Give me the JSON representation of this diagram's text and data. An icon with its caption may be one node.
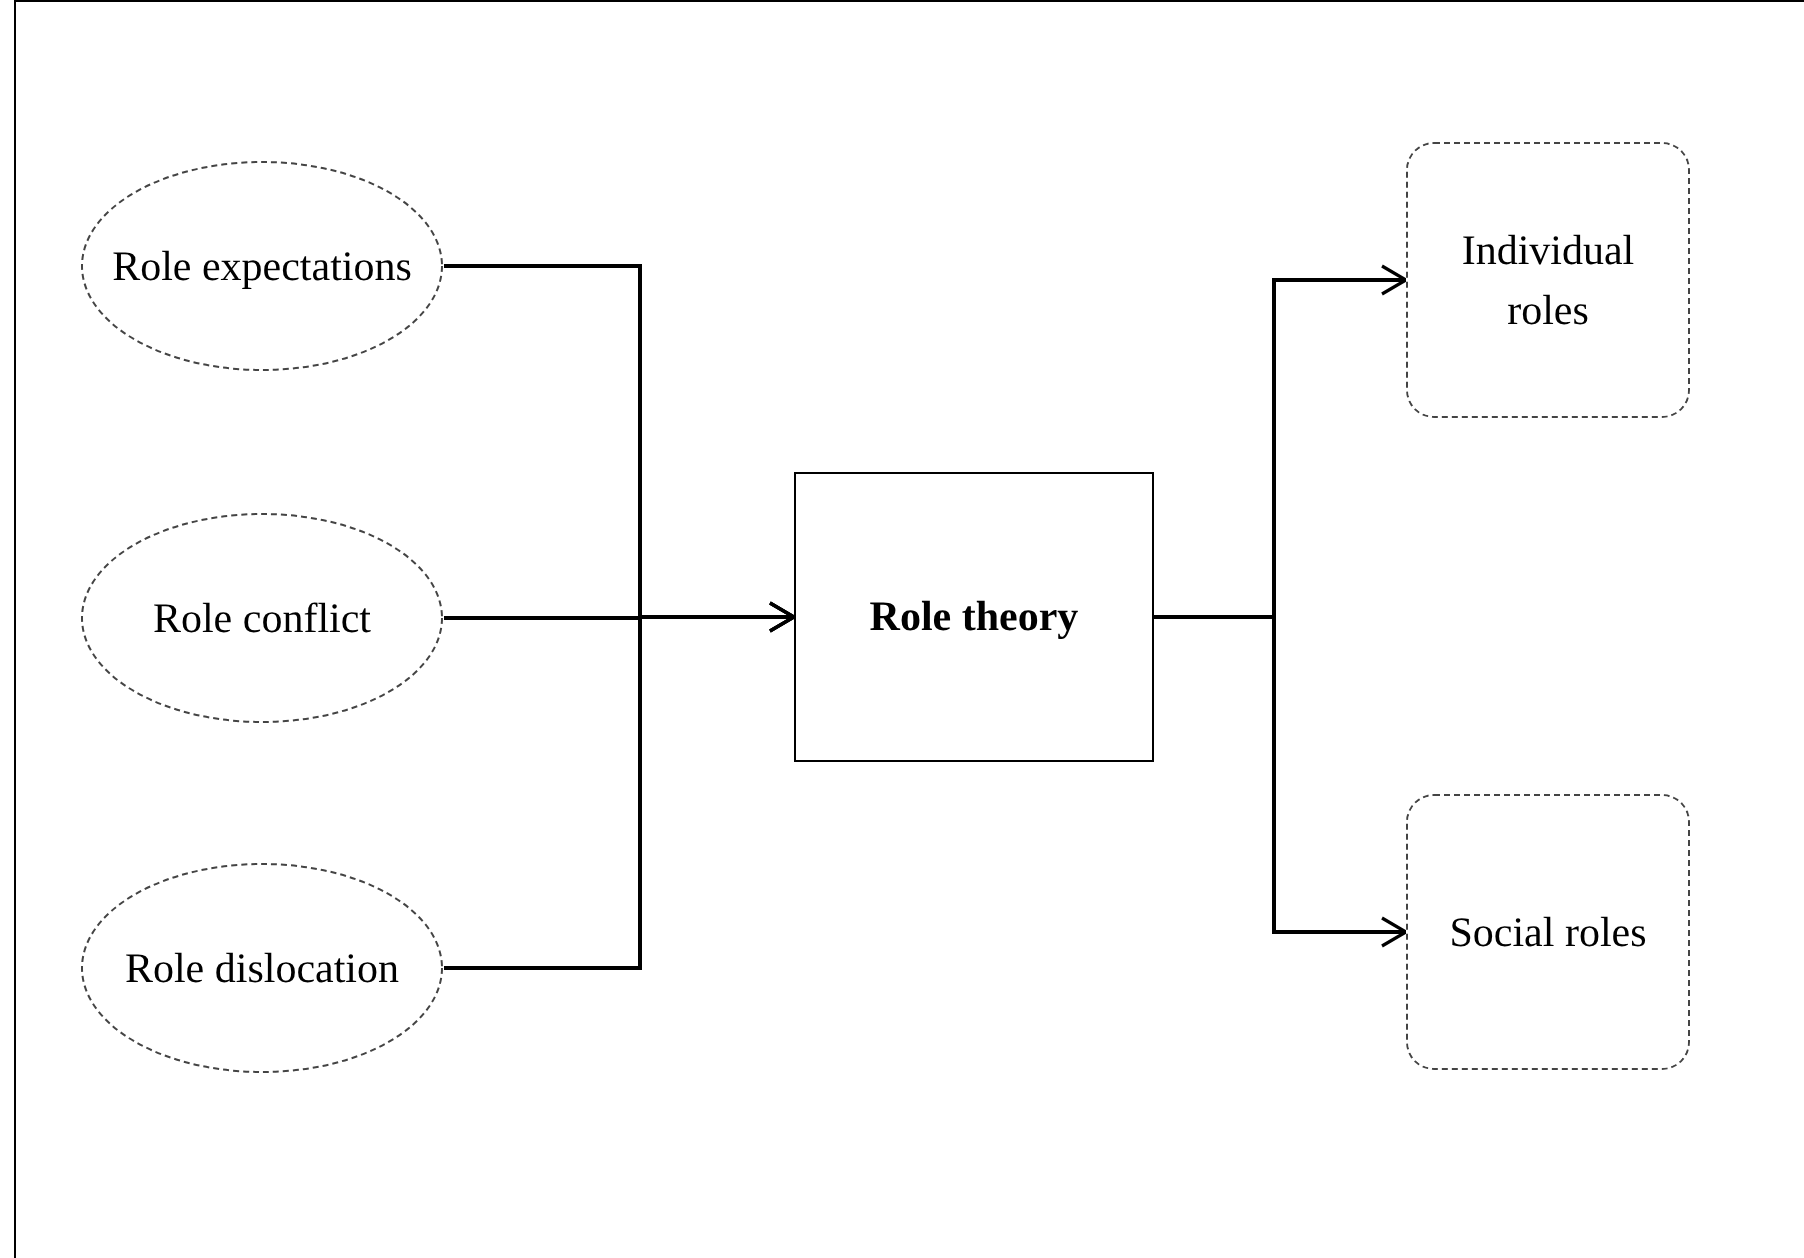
{
  "diagram": {
    "nodes": [
      {
        "text": [
          "Role expectations"
        ]
      },
      {
        "text": [
          "Role conflict"
        ]
      },
      {
        "text": [
          "Role dislocation"
        ]
      },
      {
        "text": [
          "Role theory"
        ]
      },
      {
        "text": [
          "Individual roles"
        ]
      },
      {
        "text": [
          "Social roles"
        ]
      }
    ],
    "edges": [
      {
        "from": 0,
        "to": 3,
        "arrow": "to"
      },
      {
        "from": 1,
        "to": 3,
        "arrow": "to"
      },
      {
        "from": 2,
        "to": 3,
        "arrow": "to"
      },
      {
        "from": 3,
        "to": 4,
        "arrow": "to"
      },
      {
        "from": 3,
        "to": 5,
        "arrow": "to"
      }
    ]
  }
}
